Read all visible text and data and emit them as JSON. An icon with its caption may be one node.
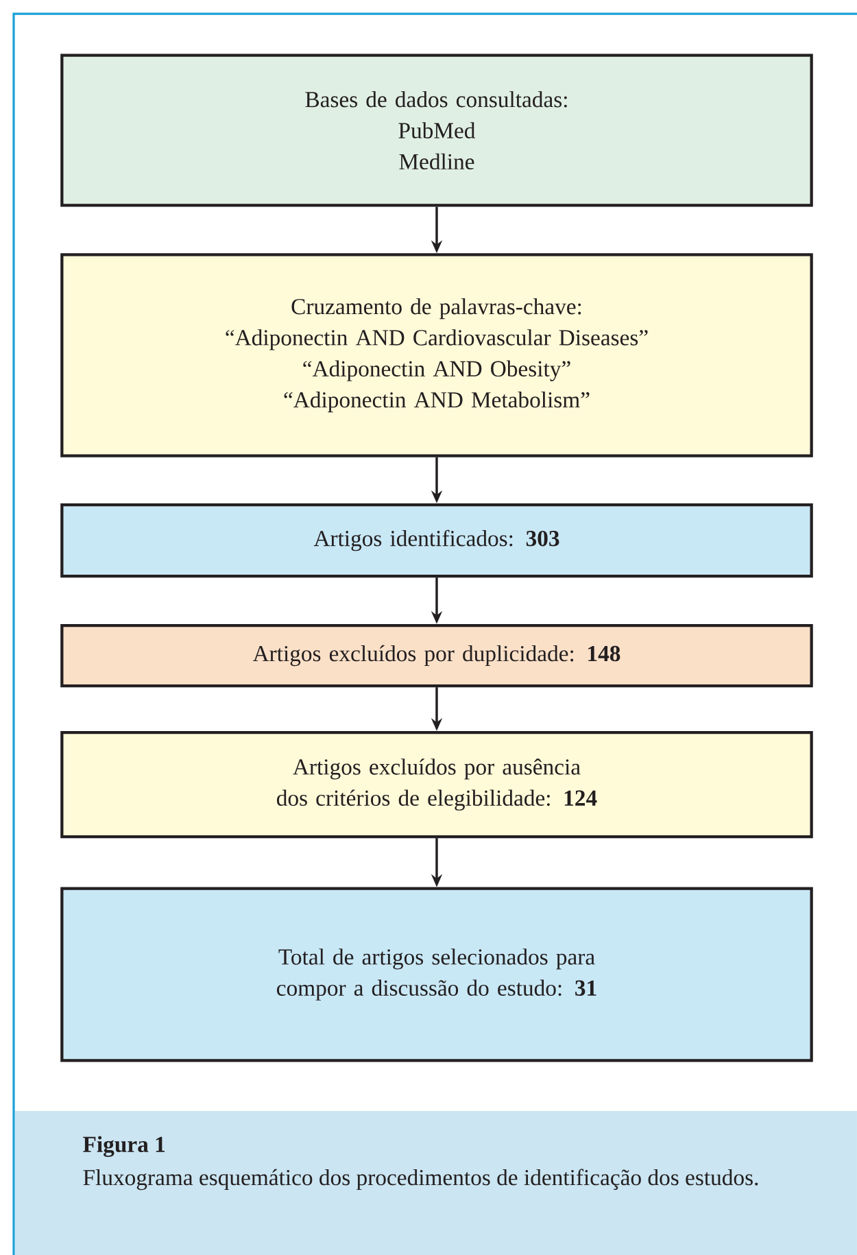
{
  "diagram": {
    "title": "Figura 1",
    "caption": "Fluxograma esquemático dos procedimentos de identificação dos estudos.",
    "nodes": [
      {
        "text": [
          "Bases de dados consultadas:",
          "PubMed",
          "Medline"
        ]
      },
      {
        "text": [
          "Cruzamento de palavras-chave:",
          "“Adiponectin AND Cardiovascular Diseases”",
          "“Adiponectin AND Obesity”",
          "“Adiponectin AND Metabolism”"
        ]
      },
      {
        "text": [
          "Artigos identificados: **303**"
        ]
      },
      {
        "text": [
          "Artigos excluídos por duplicidade: **148**"
        ]
      },
      {
        "text": [
          "Artigos excluídos por ausência dos critérios de elegibilidade: **124**"
        ]
      },
      {
        "text": [
          "Total de artigos selecionados para compor a discussão do estudo: **31**"
        ]
      }
    ],
    "edges": [
      {
        "from": 0,
        "to": 1,
        "arrow": "to"
      },
      {
        "from": 1,
        "to": 2,
        "arrow": "to"
      },
      {
        "from": 2,
        "to": 3,
        "arrow": "to"
      },
      {
        "from": 3,
        "to": 4,
        "arrow": "to"
      },
      {
        "from": 4,
        "to": 5,
        "arrow": "to"
      }
    ]
  }
}
